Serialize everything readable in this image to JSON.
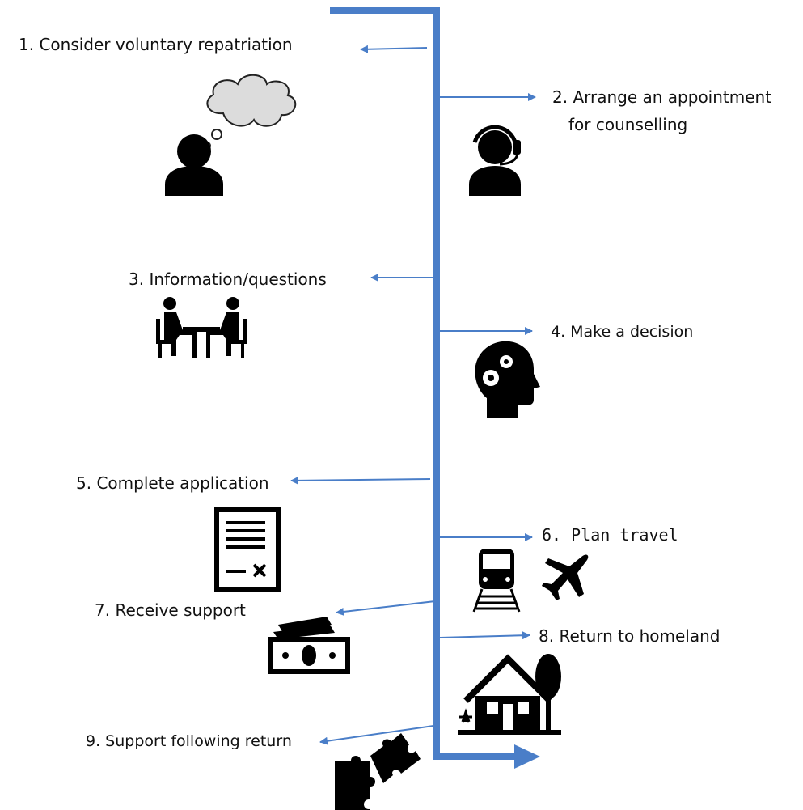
{
  "diagram": {
    "line_color": "#4a7ec8",
    "icon_color": "#000000",
    "steps": [
      {
        "label": "1. Consider voluntary repatriation",
        "icon": "thinking-person-icon"
      },
      {
        "label": "2. Arrange an appointment",
        "label_line2": "for counselling",
        "icon": "headset-agent-icon"
      },
      {
        "label": "3. Information/questions",
        "icon": "meeting-table-icon"
      },
      {
        "label": "4. Make a decision",
        "icon": "head-gears-icon"
      },
      {
        "label": "5. Complete application",
        "icon": "document-form-icon"
      },
      {
        "label": "6. Plan travel",
        "icon": "train-and-airplane-icon"
      },
      {
        "label": "7. Receive support",
        "icon": "money-cash-icon"
      },
      {
        "label": "8. Return to homeland",
        "icon": "house-icon"
      },
      {
        "label": "9. Support following return",
        "icon": "puzzle-pieces-icon"
      }
    ]
  }
}
